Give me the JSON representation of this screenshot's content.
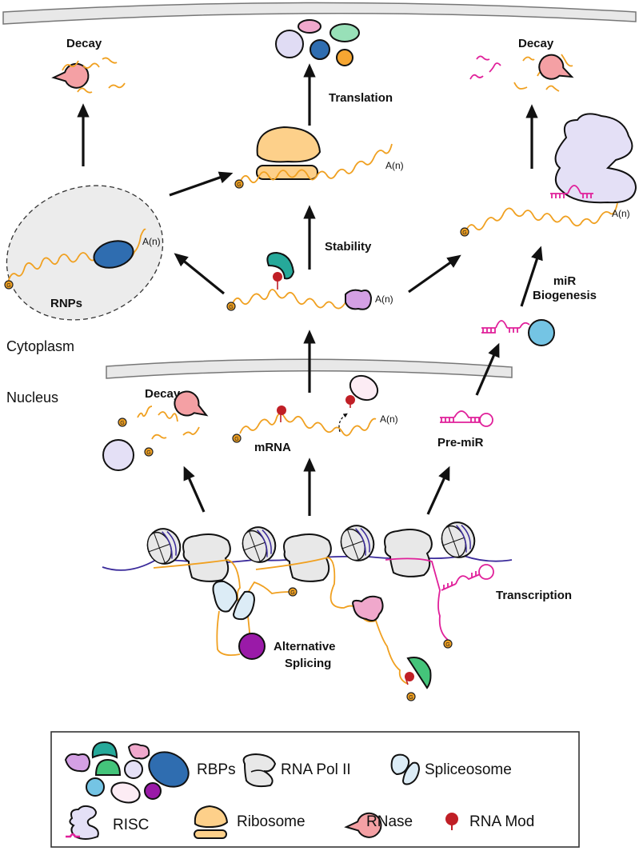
{
  "compartments": {
    "cytoplasm": "Cytoplasm",
    "nucleus": "Nucleus"
  },
  "labels": {
    "decay_top_left": "Decay",
    "decay_top_right": "Decay",
    "decay_nuclear": "Decay",
    "translation": "Translation",
    "stability": "Stability",
    "rnps": "RNPs",
    "mir_biogenesis_line1": "miR",
    "mir_biogenesis_line2": "Biogenesis",
    "mrna": "mRNA",
    "pre_mir": "Pre-miR",
    "transcription": "Transcription",
    "alt_splicing_line1": "Alternative",
    "alt_splicing_line2": "Splicing",
    "polya": "A(n)",
    "cap": "G"
  },
  "legend": {
    "items": [
      {
        "label": "RBPs",
        "icon": "rbp-cluster-icon"
      },
      {
        "label": "RNA Pol II",
        "icon": "rna-pol-ii-icon"
      },
      {
        "label": "Spliceosome",
        "icon": "spliceosome-icon"
      },
      {
        "label": "RISC",
        "icon": "risc-icon"
      },
      {
        "label": "Ribosome",
        "icon": "ribosome-icon"
      },
      {
        "label": "RNase",
        "icon": "rnase-icon"
      },
      {
        "label": "RNA Mod",
        "icon": "rna-mod-icon"
      }
    ]
  },
  "colors": {
    "mrna": "#f0a020",
    "mirna": "#e0209a",
    "dna": "#3a2a9a",
    "rnase": "#f4a0a4",
    "ribosome": "#fdd08a",
    "risc": "#e4e0f6",
    "rna_mod": "#c01f26",
    "membrane": "#e8e8e8",
    "rnp_granule": "#ececec"
  }
}
